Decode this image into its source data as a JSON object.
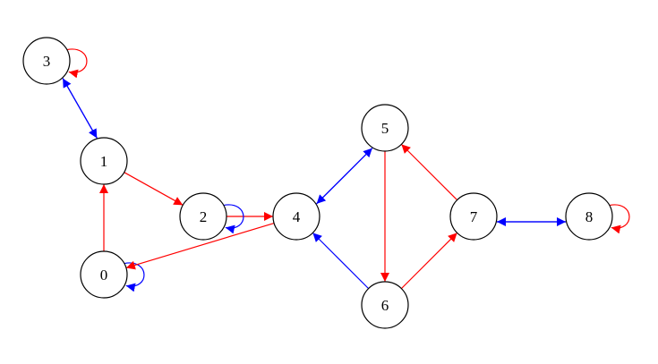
{
  "graph": {
    "nodes": [
      {
        "id": "0",
        "label": "0"
      },
      {
        "id": "1",
        "label": "1"
      },
      {
        "id": "2",
        "label": "2"
      },
      {
        "id": "3",
        "label": "3"
      },
      {
        "id": "4",
        "label": "4"
      },
      {
        "id": "5",
        "label": "5"
      },
      {
        "id": "6",
        "label": "6"
      },
      {
        "id": "7",
        "label": "7"
      },
      {
        "id": "8",
        "label": "8"
      }
    ],
    "edges": [
      {
        "from": "0",
        "to": "1",
        "color": "red"
      },
      {
        "from": "0",
        "to": "0",
        "color": "blue"
      },
      {
        "from": "1",
        "to": "2",
        "color": "red"
      },
      {
        "from": "1",
        "to": "3",
        "color": "blue"
      },
      {
        "from": "3",
        "to": "1",
        "color": "blue"
      },
      {
        "from": "3",
        "to": "3",
        "color": "red"
      },
      {
        "from": "2",
        "to": "4",
        "color": "red"
      },
      {
        "from": "2",
        "to": "2",
        "color": "blue"
      },
      {
        "from": "4",
        "to": "0",
        "color": "red"
      },
      {
        "from": "4",
        "to": "5",
        "color": "blue"
      },
      {
        "from": "5",
        "to": "4",
        "color": "blue"
      },
      {
        "from": "5",
        "to": "6",
        "color": "red"
      },
      {
        "from": "6",
        "to": "4",
        "color": "blue"
      },
      {
        "from": "6",
        "to": "7",
        "color": "red"
      },
      {
        "from": "7",
        "to": "5",
        "color": "red"
      },
      {
        "from": "7",
        "to": "8",
        "color": "blue"
      },
      {
        "from": "8",
        "to": "7",
        "color": "blue"
      },
      {
        "from": "8",
        "to": "8",
        "color": "red"
      }
    ]
  },
  "colors": {
    "red": "#ff0000",
    "blue": "#0000ff",
    "node_stroke": "#000000"
  }
}
